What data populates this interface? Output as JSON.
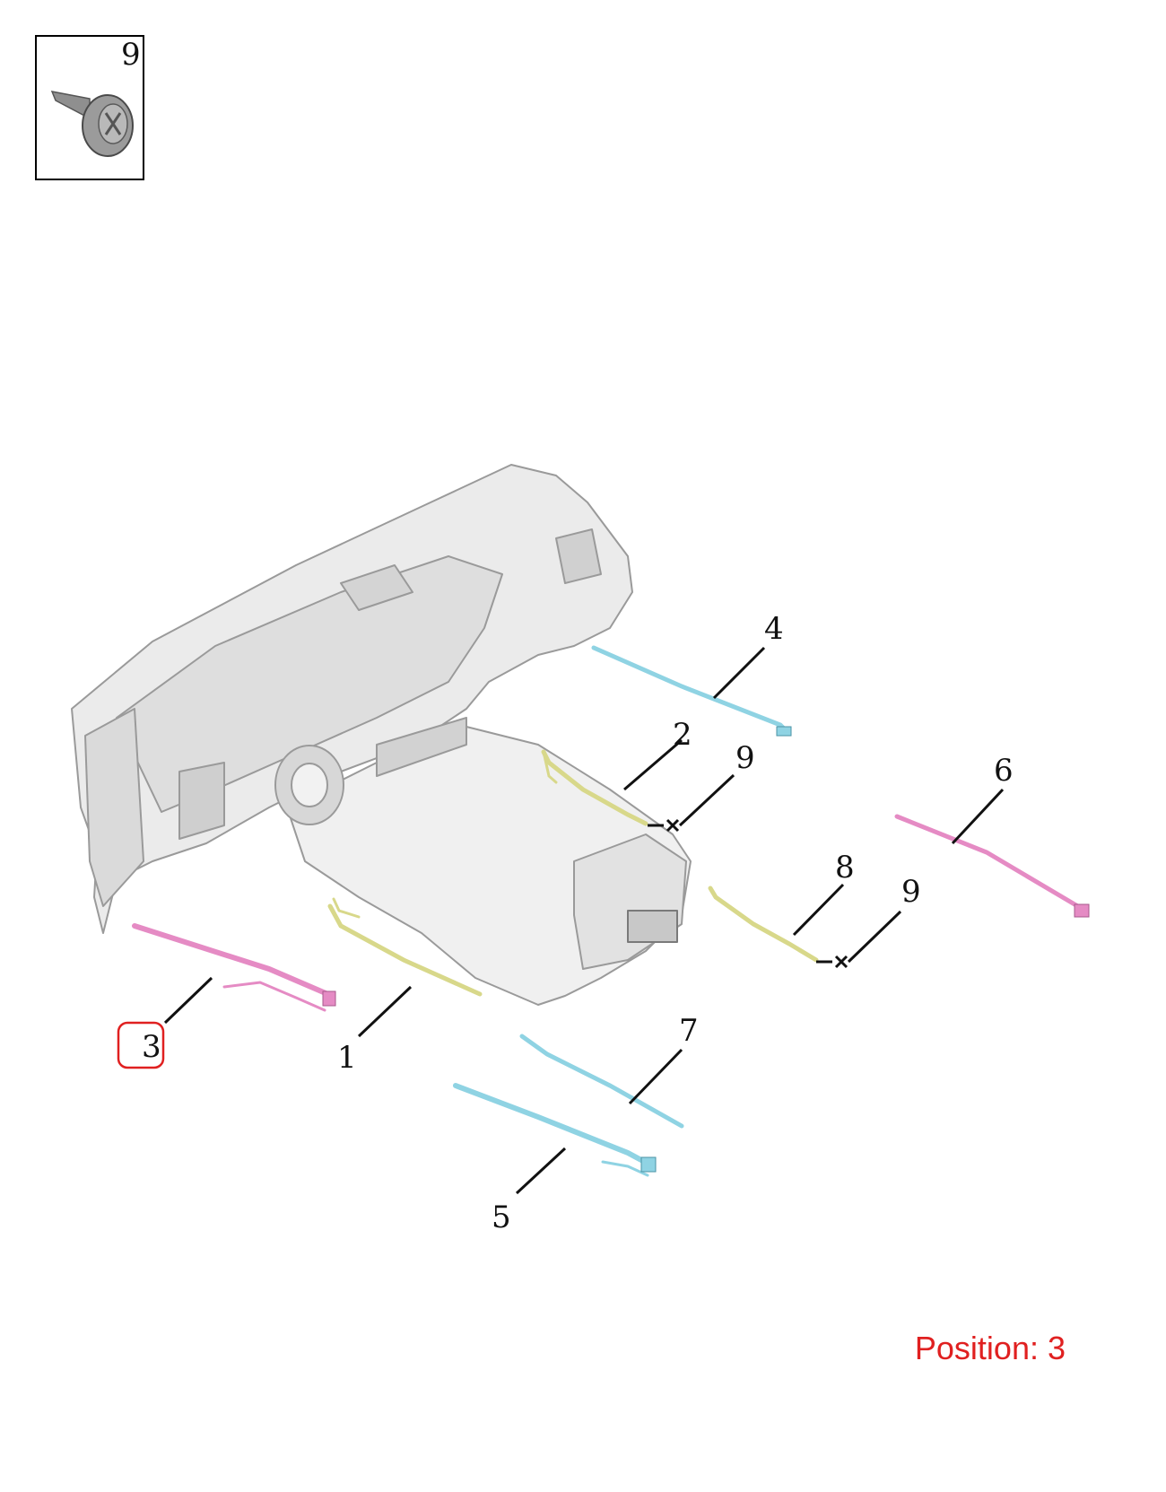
{
  "inset": {
    "label": "9",
    "part": "screw-icon"
  },
  "callouts": [
    {
      "id": "c1",
      "label": "1"
    },
    {
      "id": "c2",
      "label": "2"
    },
    {
      "id": "c3",
      "label": "3",
      "highlighted": true
    },
    {
      "id": "c4",
      "label": "4"
    },
    {
      "id": "c5",
      "label": "5"
    },
    {
      "id": "c6",
      "label": "6"
    },
    {
      "id": "c7",
      "label": "7"
    },
    {
      "id": "c8",
      "label": "8"
    },
    {
      "id": "c9a",
      "label": "9"
    },
    {
      "id": "c9b",
      "label": "9"
    }
  ],
  "position_label": "Position: 3",
  "colors": {
    "highlight": "#e02020",
    "harness_pink": "#e58bc4",
    "harness_yellow": "#d8d88a",
    "harness_cyan": "#8fd3e3",
    "dashboard_fill": "#e9e9e9",
    "dashboard_stroke": "#9a9a9a"
  }
}
